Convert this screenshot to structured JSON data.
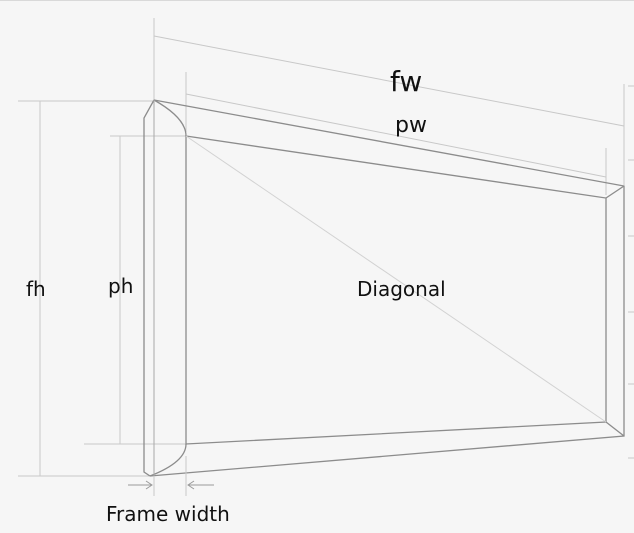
{
  "labels": {
    "frame_width_abbr": "fw",
    "panel_width_abbr": "pw",
    "frame_height_abbr": "fh",
    "panel_height_abbr": "ph",
    "diagonal": "Diagonal",
    "frame_width": "Frame width"
  },
  "colors": {
    "background": "#f6f6f6",
    "frame_line": "#8c8c8c",
    "dimension_line": "#c8c8c8",
    "text": "#111111"
  }
}
